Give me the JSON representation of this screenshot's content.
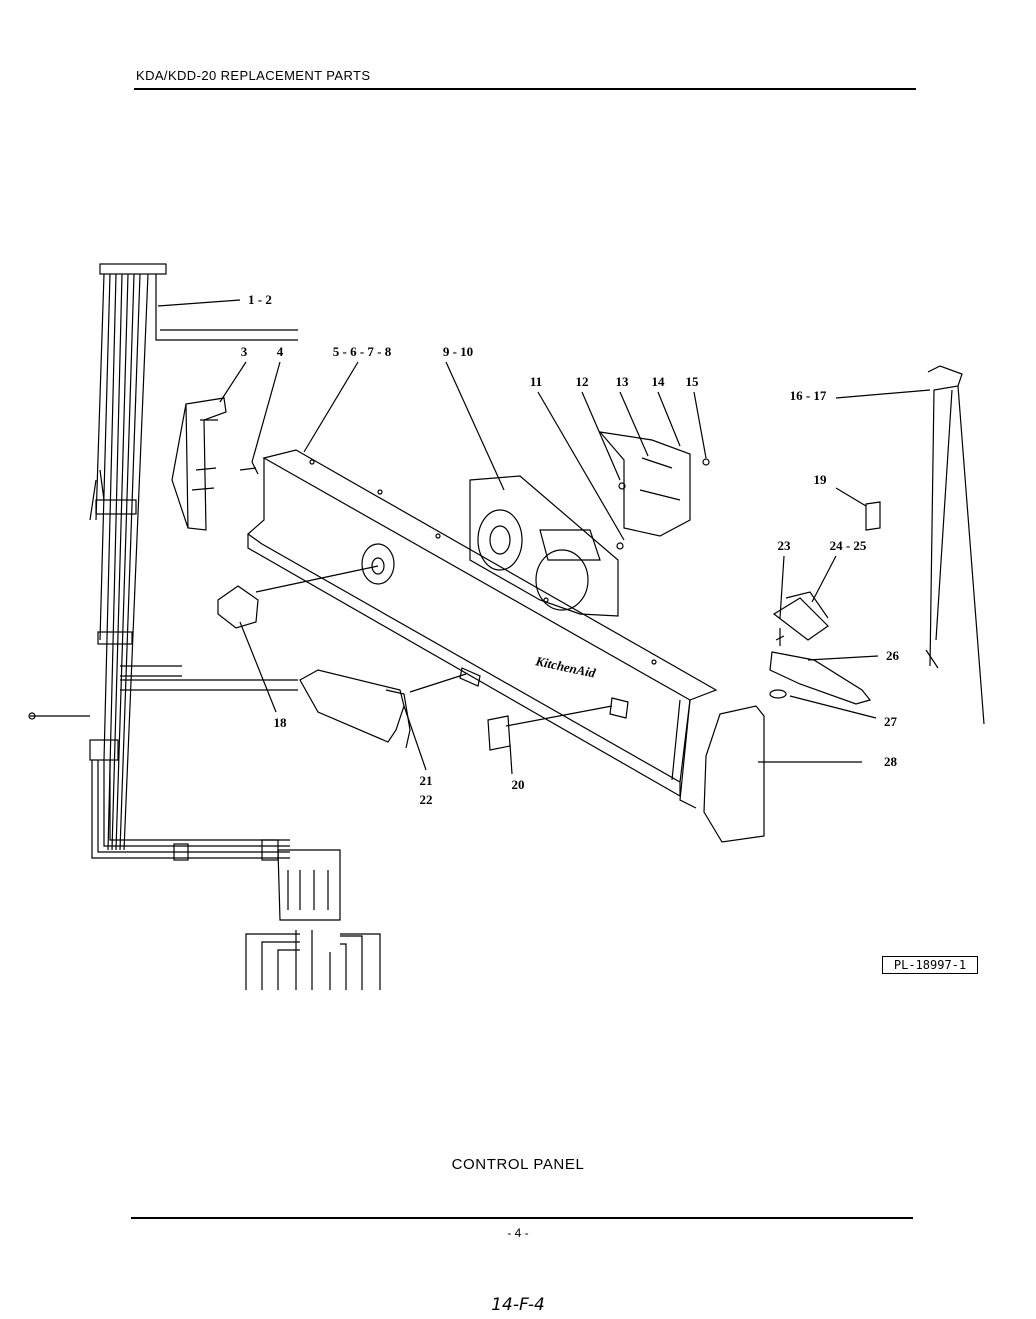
{
  "header": {
    "title": "KDA/KDD-20 REPLACEMENT PARTS"
  },
  "diagram": {
    "brand_text": "KitchenAid",
    "part_labels": [
      "1 - 2",
      "3",
      "4",
      "5 - 6 - 7 - 8",
      "9 - 10",
      "11",
      "12",
      "13",
      "14",
      "15",
      "16 - 17",
      "19",
      "23",
      "24 - 25",
      "26",
      "27",
      "28",
      "18",
      "21",
      "22",
      "20"
    ],
    "drawing_number": "PL-18997-1"
  },
  "caption": "CONTROL PANEL",
  "footer": {
    "page_number": "- 4 -",
    "handwritten_ref": "14-F-4"
  }
}
